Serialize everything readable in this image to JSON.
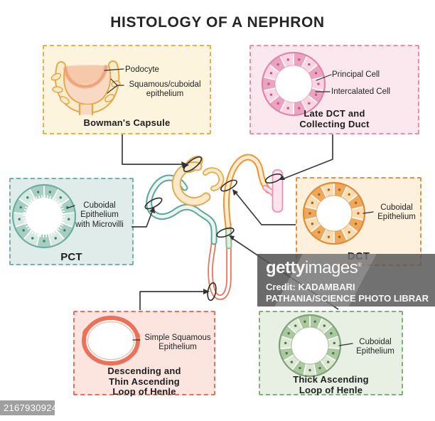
{
  "title": "HISTOLOGY OF A NEPHRON",
  "boxes": {
    "bowman": {
      "caption": "Bowman's Capsule",
      "label_podocyte": "Podocyte",
      "label_epithelium": "Squamous/cuboidal epithelium"
    },
    "late_dct": {
      "caption_line1": "Late DCT and",
      "caption_line2": "Collecting Duct",
      "label_principal": "Principal Cell",
      "label_intercalated": "Intercalated Cell"
    },
    "pct": {
      "caption": "PCT",
      "label_epithelium": "Cuboidal Epithelium with Microvilli"
    },
    "dct": {
      "caption": "DCT",
      "label_epithelium": "Cuboidal Epithelium"
    },
    "thin_loop": {
      "caption_line1": "Descending and",
      "caption_line2": "Thin Ascending",
      "caption_line3": "Loop of Henle",
      "label_epithelium": "Simple Squamous Epithelium"
    },
    "thick_loop": {
      "caption_line1": "Thick Ascending",
      "caption_line2": "Loop of Henle",
      "label_epithelium": "Cuboidal Epithelium"
    }
  },
  "watermark": {
    "brand_bold": "getty",
    "brand_light": "images",
    "registered_mark": "®",
    "credit_line1": "Credit: KADAMBARI",
    "credit_line2": "PATHANIA/SCIENCE PHOTO LIBRAR",
    "image_id": "2167930924"
  },
  "colors": {
    "bowman_border": "#e3b14f",
    "bowman_bg": "#fdf4dd",
    "late_dct_border": "#ea8db0",
    "late_dct_bg": "#fbe8ef",
    "pct_border": "#74b1a6",
    "pct_bg": "#dfecea",
    "dct_border": "#e69140",
    "dct_bg": "#fdf0dd",
    "thin_loop_border": "#ea6f58",
    "thin_loop_bg": "#fce5df",
    "thick_loop_border": "#86aa81",
    "thick_loop_bg": "#e7f0e3",
    "tubule_pct": "#5fa69a",
    "tubule_thin_loop": "#ec7157",
    "tubule_thick_loop": "#93ba8d",
    "tubule_dct": "#f09233",
    "collecting_duct": "#ec8fb0",
    "connector": "#3c3c3c"
  }
}
